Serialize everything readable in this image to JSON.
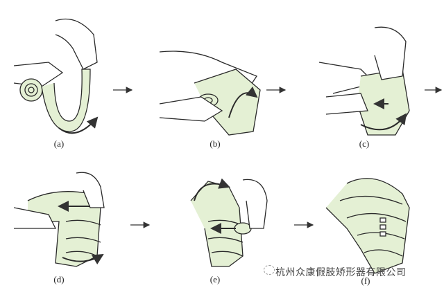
{
  "panels": [
    {
      "label": "(a)"
    },
    {
      "label": "(b)"
    },
    {
      "label": "(c)"
    },
    {
      "label": "(d)"
    },
    {
      "label": "(e)"
    },
    {
      "label": "(f)"
    }
  ],
  "watermark": "杭州众康假肢矫形器有限公司",
  "colors": {
    "bandage": "#e4f0d4",
    "line": "#2a2a2a"
  }
}
